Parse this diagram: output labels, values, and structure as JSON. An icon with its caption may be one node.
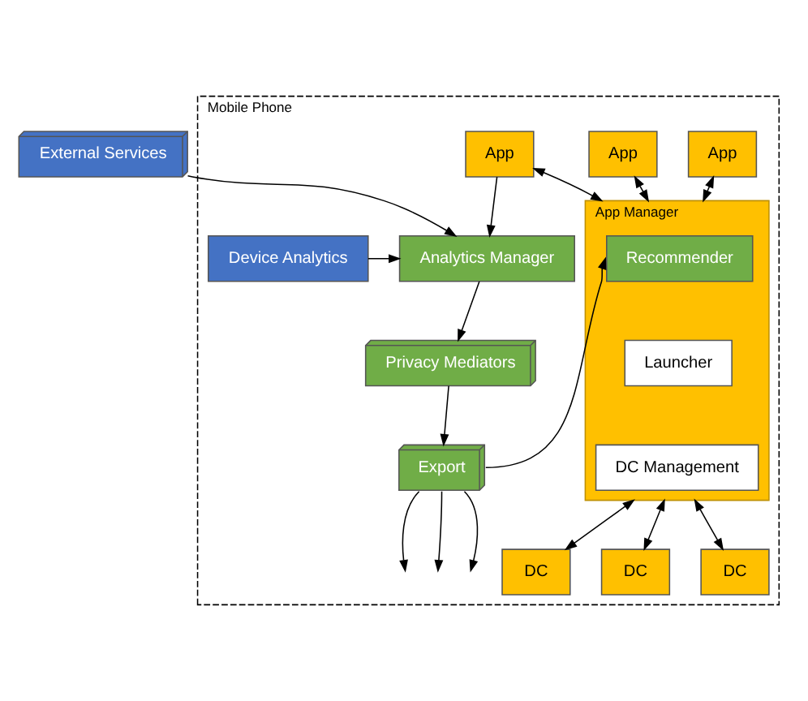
{
  "diagram": {
    "nodes": [
      {
        "text": [
          "External Services"
        ]
      },
      {
        "text": [
          "Mobile Phone"
        ]
      },
      {
        "text": [
          "Device Analytics"
        ],
        "in": 1
      },
      {
        "text": [
          "Analytics Manager"
        ],
        "in": 1
      },
      {
        "text": [
          "Privacy Mediators"
        ],
        "in": 1
      },
      {
        "text": [
          "Export"
        ],
        "in": 1
      },
      {
        "text": [
          "App"
        ],
        "in": 1
      },
      {
        "text": [
          "App"
        ],
        "in": 1
      },
      {
        "text": [
          "App"
        ],
        "in": 1
      },
      {
        "text": [
          "App Manager"
        ],
        "in": 1
      },
      {
        "text": [
          "Recommender"
        ],
        "in": 9
      },
      {
        "text": [
          "Launcher"
        ],
        "in": 9
      },
      {
        "text": [
          "DC Management"
        ],
        "in": 9
      },
      {
        "text": [
          "DC"
        ],
        "in": 1
      },
      {
        "text": [
          "DC"
        ],
        "in": 1
      },
      {
        "text": [
          "DC"
        ],
        "in": 1
      }
    ],
    "edges": [
      {
        "from": 0,
        "to": 3,
        "arrow": "to"
      },
      {
        "from": 2,
        "to": 3,
        "arrow": "to"
      },
      {
        "from": 6,
        "to": 3,
        "arrow": "to"
      },
      {
        "from": 3,
        "to": 4,
        "arrow": "to"
      },
      {
        "from": 4,
        "to": 5,
        "arrow": "to"
      },
      {
        "from": 5,
        "to": 10,
        "arrow": "to"
      },
      {
        "from": 6,
        "to": 9,
        "arrow": "both"
      },
      {
        "from": 7,
        "to": 9,
        "arrow": "both"
      },
      {
        "from": 8,
        "to": 9,
        "arrow": "both"
      },
      {
        "from": 9,
        "to": 13,
        "arrow": "both"
      },
      {
        "from": 9,
        "to": 14,
        "arrow": "both"
      },
      {
        "from": 9,
        "to": 15,
        "arrow": "both"
      },
      {
        "from": 5,
        "to": null,
        "arrow": "to"
      },
      {
        "from": 5,
        "to": null,
        "arrow": "to"
      },
      {
        "from": 5,
        "to": null,
        "arrow": "to"
      }
    ]
  }
}
